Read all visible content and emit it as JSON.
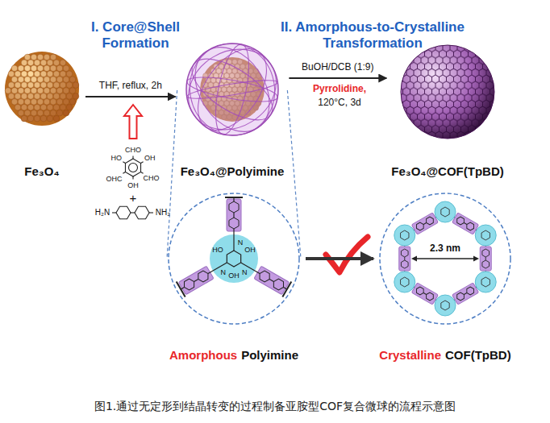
{
  "diagram": {
    "caption": "图1.通过无定形到结晶转变的过程制备亚胺型COF复合微球的流程示意图",
    "nodes": [
      {
        "text": [
          "Fe₃O₄"
        ]
      },
      {
        "text": [
          "Fe₃O₄@Polyimine"
        ]
      },
      {
        "text": [
          "Fe₃O₄@COF(TpBD)"
        ]
      },
      {
        "text": [
          "Amorphous",
          "Polyimine"
        ]
      },
      {
        "text": [
          "Crystalline",
          "COF(TpBD)"
        ]
      }
    ],
    "edges": [
      {
        "from": 0,
        "to": 1,
        "arrow": "to",
        "label": "THF, reflux, 2h"
      },
      {
        "from": 1,
        "to": 2,
        "arrow": "to",
        "label": "BuOH/DCB (1:9)"
      },
      {
        "from": 1,
        "to": 3,
        "arrow": "none"
      },
      {
        "from": 3,
        "to": 4,
        "arrow": "to"
      }
    ],
    "labels": [
      "I. Core@Shell Formation",
      "II. Amorphous-to-Crystalline Transformation",
      "Pyrrolidine,",
      "120°C, 3d",
      "CHO",
      "OH",
      "CHO",
      "OH",
      "OHC",
      "HO",
      "+",
      "H₂N",
      "NH₂",
      "OH",
      "OH",
      "HO",
      "N",
      "N",
      "N",
      "2.3 nm"
    ]
  }
}
